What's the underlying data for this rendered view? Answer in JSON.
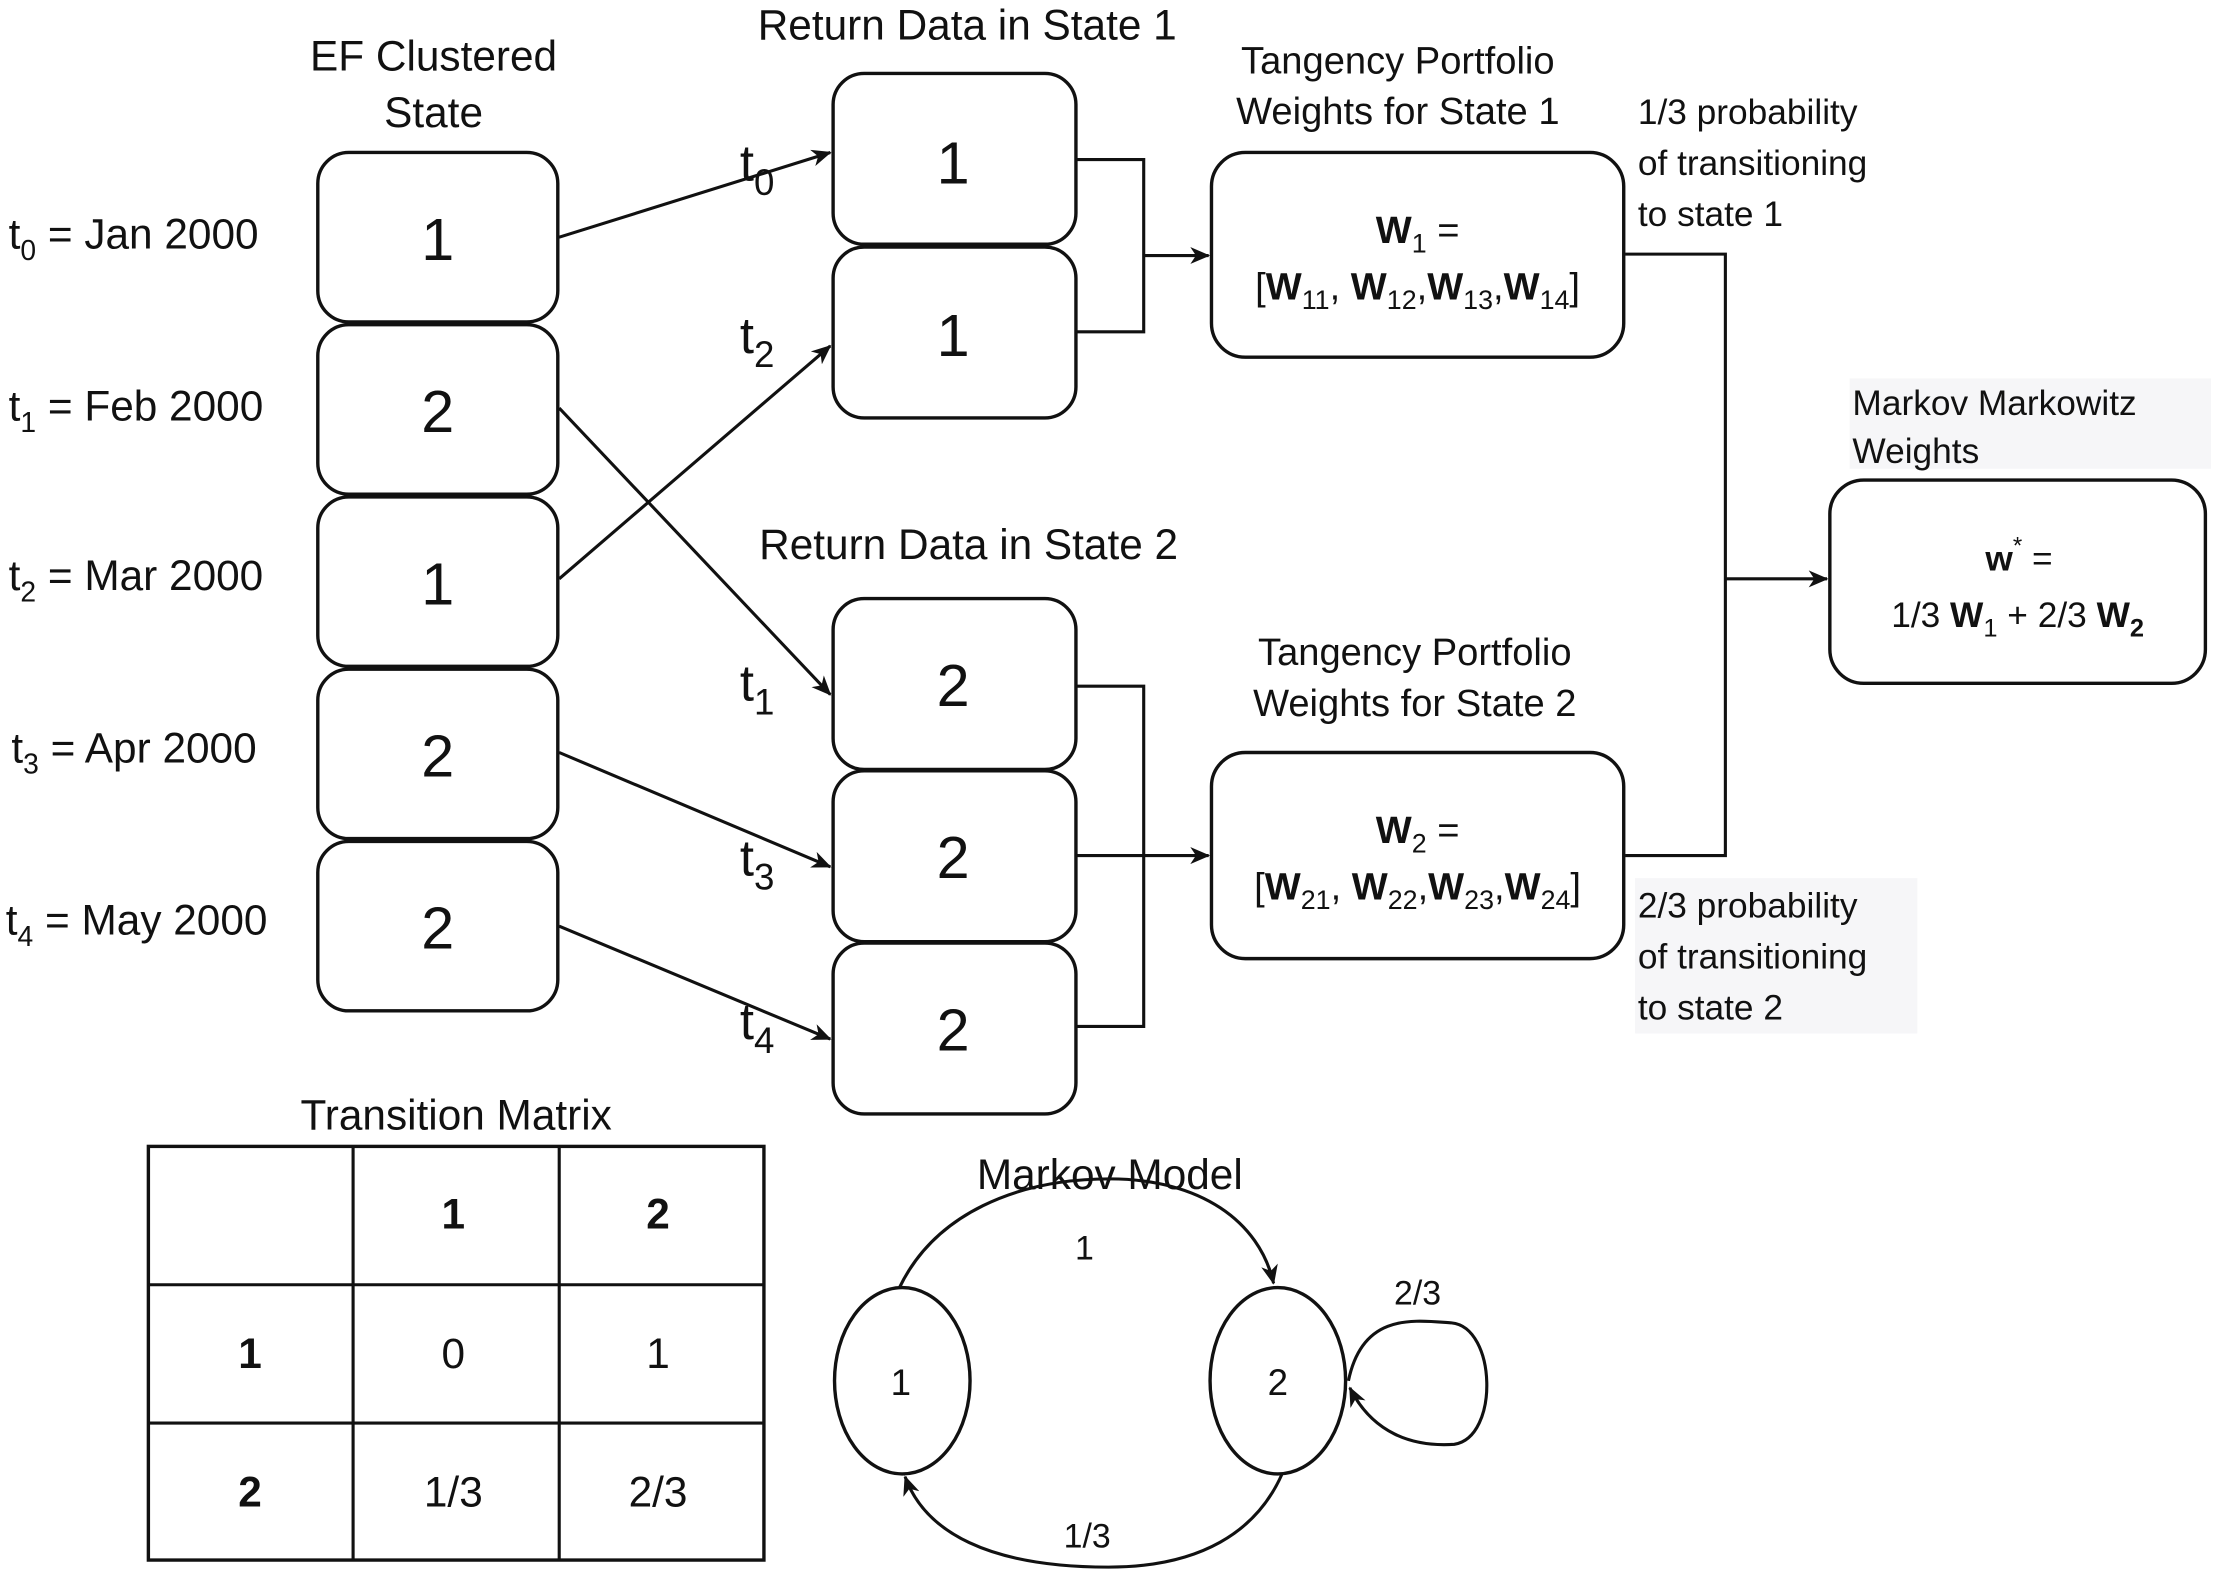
{
  "ef_section": {
    "title_line1": "EF Clustered",
    "title_line2": "State",
    "rows": [
      {
        "t_base": "t",
        "t_sub": "0",
        "date": " = Jan 2000",
        "state": "1"
      },
      {
        "t_base": "t",
        "t_sub": "1",
        "date": " = Feb 2000",
        "state": "2"
      },
      {
        "t_base": "t",
        "t_sub": "2",
        "date": " = Mar 2000",
        "state": "1"
      },
      {
        "t_base": "t",
        "t_sub": "3",
        "date": " = Apr 2000",
        "state": "2"
      },
      {
        "t_base": "t",
        "t_sub": "4",
        "date": " = May 2000",
        "state": "2"
      }
    ]
  },
  "return_state1": {
    "title": "Return Data in State 1",
    "items": [
      {
        "t_base": "t",
        "t_sub": "0",
        "state": "1"
      },
      {
        "t_base": "t",
        "t_sub": "2",
        "state": "1"
      }
    ]
  },
  "return_state2": {
    "title": "Return Data in State 2",
    "items": [
      {
        "t_base": "t",
        "t_sub": "1",
        "state": "2"
      },
      {
        "t_base": "t",
        "t_sub": "3",
        "state": "2"
      },
      {
        "t_base": "t",
        "t_sub": "4",
        "state": "2"
      }
    ]
  },
  "tangency1": {
    "title_line1": "Tangency Portfolio",
    "title_line2": "Weights for State 1",
    "w": "W",
    "w_sub": "1",
    "eq": " =",
    "vec": [
      [
        "W",
        "11"
      ],
      [
        "W",
        "12"
      ],
      [
        "W",
        "13"
      ],
      [
        "W",
        "14"
      ]
    ]
  },
  "tangency2": {
    "title_line1": "Tangency Portfolio",
    "title_line2": "Weights for State 2",
    "w": "W",
    "w_sub": "2",
    "eq": " =",
    "vec": [
      [
        "W",
        "21"
      ],
      [
        "W",
        "22"
      ],
      [
        "W",
        "23"
      ],
      [
        "W",
        "24"
      ]
    ]
  },
  "prob1": {
    "line1": "1/3 probability",
    "line2": "of transitioning",
    "line3": "to state 1"
  },
  "prob2": {
    "line1": "2/3 probability",
    "line2": "of transitioning",
    "line3": "to state 2"
  },
  "markowitz": {
    "title_line1": "Markov Markowitz",
    "title_line2": "Weights",
    "w": "w",
    "w_sup": "*",
    "eq": " =",
    "coef1": "1/3 ",
    "w1": "W",
    "w1_sub": "1",
    "plus": " + 2/3 ",
    "w2": "W",
    "w2_sub": "2"
  },
  "transition_matrix": {
    "title": "Transition Matrix",
    "header": [
      "",
      "1",
      "2"
    ],
    "rows": [
      [
        "1",
        "0",
        "1"
      ],
      [
        "2",
        "1/3",
        "2/3"
      ]
    ]
  },
  "markov_model": {
    "title": "Markov Model",
    "states": [
      "1",
      "2"
    ],
    "edges": [
      {
        "from": "1",
        "to": "2",
        "label": "1"
      },
      {
        "from": "2",
        "to": "2",
        "label": "2/3"
      },
      {
        "from": "2",
        "to": "1",
        "label": "1/3"
      }
    ]
  }
}
